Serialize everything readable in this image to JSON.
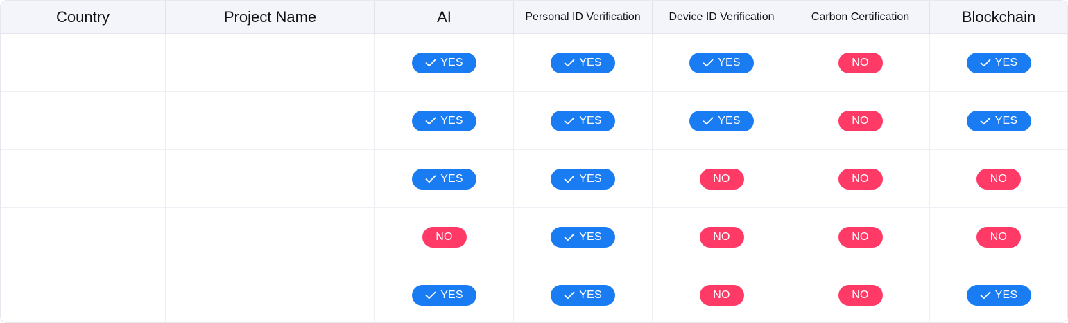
{
  "table": {
    "columns": [
      "Country",
      "Project Name",
      "AI",
      "Personal ID Verification",
      "Device ID Verification",
      "Carbon Certification",
      "Blockchain"
    ],
    "rows": [
      {
        "country": "",
        "project_name": "",
        "badges": [
          "YES",
          "YES",
          "YES",
          "NO",
          "YES"
        ]
      },
      {
        "country": "",
        "project_name": "",
        "badges": [
          "YES",
          "YES",
          "YES",
          "NO",
          "YES"
        ]
      },
      {
        "country": "",
        "project_name": "",
        "badges": [
          "YES",
          "YES",
          "NO",
          "NO",
          "NO"
        ]
      },
      {
        "country": "",
        "project_name": "",
        "badges": [
          "NO",
          "YES",
          "NO",
          "NO",
          "NO"
        ]
      },
      {
        "country": "",
        "project_name": "",
        "badges": [
          "YES",
          "YES",
          "NO",
          "NO",
          "YES"
        ]
      }
    ]
  },
  "icons": {
    "yes_badge_icon": "check-icon"
  },
  "colors": {
    "yes": "#1a7cf3",
    "no": "#ff3a67",
    "header_bg": "#f4f5fb"
  }
}
